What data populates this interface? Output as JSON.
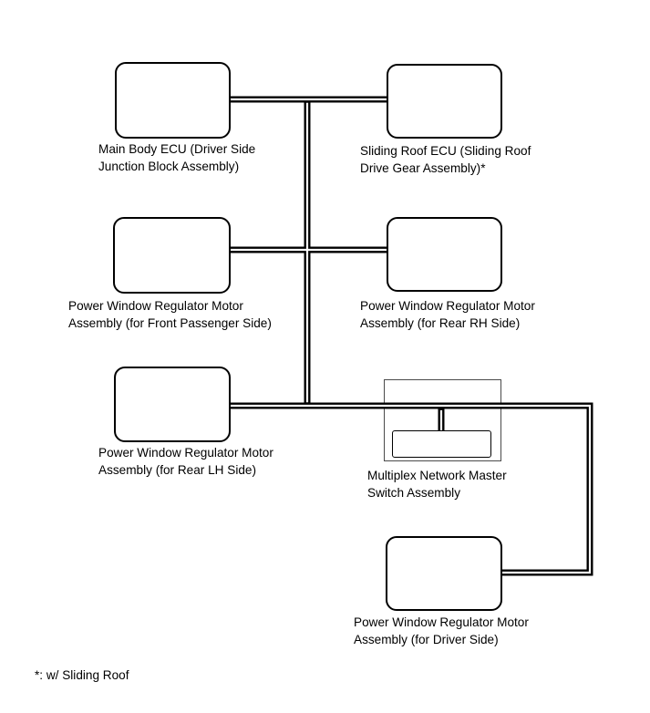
{
  "colors": {
    "background": "#ffffff",
    "wire": "#000000",
    "box_border": "#000000",
    "text": "#000000"
  },
  "diagram_type": "multiplex-communication-bus-wiring",
  "nodes": [
    {
      "id": "main-body-ecu",
      "label_line1": "Main Body ECU (Driver Side",
      "label_line2": "Junction Block Assembly)"
    },
    {
      "id": "sliding-roof-ecu",
      "label_line1": "Sliding Roof ECU (Sliding Roof",
      "label_line2": "Drive Gear Assembly)*"
    },
    {
      "id": "pw-motor-front-passenger",
      "label_line1": "Power Window Regulator Motor",
      "label_line2": "Assembly (for Front Passenger Side)"
    },
    {
      "id": "pw-motor-rear-rh",
      "label_line1": "Power Window Regulator Motor",
      "label_line2": "Assembly (for Rear RH Side)"
    },
    {
      "id": "pw-motor-rear-lh",
      "label_line1": "Power Window Regulator Motor",
      "label_line2": "Assembly (for Rear LH Side)"
    },
    {
      "id": "multiplex-network-master-switch",
      "label_line1": "Multiplex Network Master",
      "label_line2": "Switch Assembly"
    },
    {
      "id": "pw-motor-driver",
      "label_line1": "Power Window Regulator Motor",
      "label_line2": "Assembly (for Driver Side)"
    }
  ],
  "footnote": "*: w/ Sliding Roof"
}
